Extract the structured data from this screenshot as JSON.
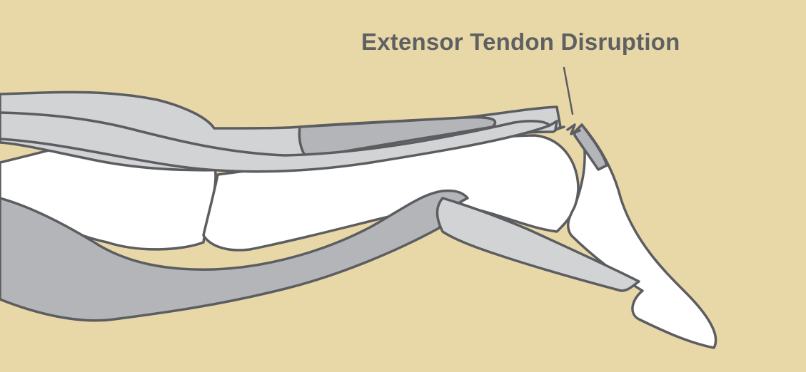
{
  "annotation": {
    "label": "Extensor Tendon Disruption"
  },
  "colors": {
    "background": "#e8d8a8",
    "bone": "#ffffff",
    "tendon_light": "#d2d3d5",
    "tendon_dark": "#b4b5b8",
    "outline": "#5c5d60",
    "label_text": "#5f6062"
  },
  "parts": [
    "proximal-phalanx",
    "middle-phalanx",
    "distal-phalanx",
    "extensor-tendon",
    "flexor-tendon",
    "torn-tendon-end"
  ]
}
